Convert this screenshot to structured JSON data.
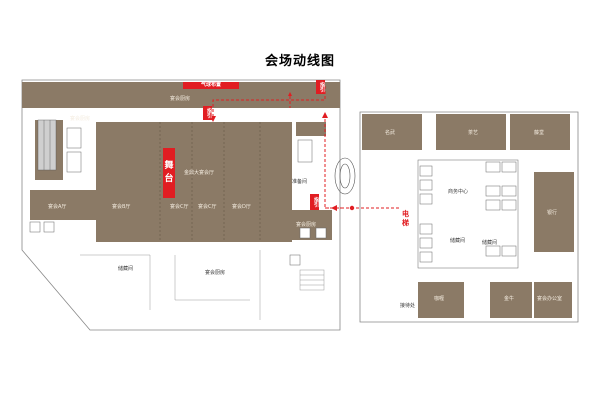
{
  "map": {
    "title": "会场动线图",
    "colors": {
      "room": "#8b7a66",
      "accent": "#e11d22",
      "corridor": "#ffffff",
      "outline": "#888888"
    },
    "labels": {
      "balloon": "气球布置",
      "stage_top": "舞",
      "stage_bottom": "台",
      "guide_top": "指引",
      "guide_mid": "指引",
      "guide_right": "指引",
      "elevator_top": "电",
      "elevator_bottom": "梯",
      "banquet_kitchen_top": "宴会厨房",
      "banquet_kitchen_left": "宴会厨房",
      "banquet_kitchen_right": "宴会厨房",
      "banquet_kitchen_bottom": "宴会厨房",
      "hall_a": "宴会A厅",
      "hall_b": "宴会B厅",
      "hall_c": "宴会C厅",
      "grand_hall": "金鼎大宴会厅",
      "hall_d": "宴会D厅",
      "storage": "储藏间",
      "storage_right": "储藏间",
      "store_room": "储藏间",
      "prep_room": "准备间",
      "shop_a": "名武",
      "shop_b": "茶艺",
      "shop_c": "藤堂",
      "business_center": "商务中心",
      "bank": "银行",
      "shop_d": "咖喱",
      "shop_e": "金牛",
      "manager": "宴会办公室",
      "side_room": "接待处"
    }
  }
}
